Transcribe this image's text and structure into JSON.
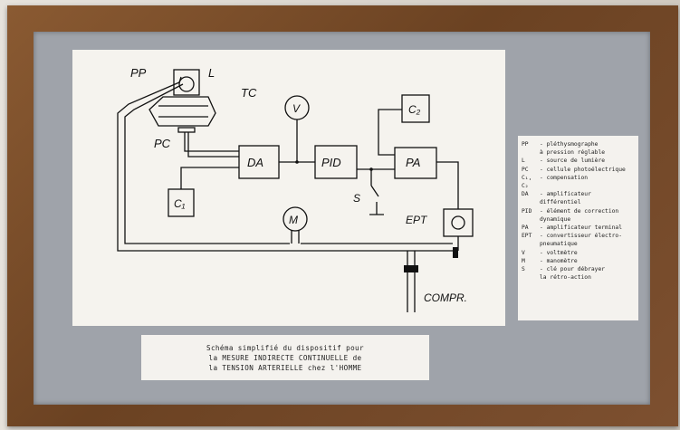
{
  "diagram": {
    "labels": {
      "pp": "PP",
      "l": "L",
      "tc": "TC",
      "pc": "PC",
      "v": "V",
      "c2": "C₂",
      "da": "DA",
      "pid": "PID",
      "pa": "PA",
      "c1": "C₁",
      "s": "S",
      "ept": "EPT",
      "m": "M",
      "compr": "COMPR."
    }
  },
  "legend": [
    {
      "key": "PP",
      "text": "- pléthysmographe",
      "cont": "à pression réglable"
    },
    {
      "key": "L",
      "text": "- source de lumière"
    },
    {
      "key": "PC",
      "text": "- cellule photoélectrique"
    },
    {
      "key": "C₁, C₂",
      "text": "- compensation"
    },
    {
      "key": "DA",
      "text": "- amplificateur différentiel"
    },
    {
      "key": "PID",
      "text": "- élément de correction",
      "cont": "dynamique"
    },
    {
      "key": "PA",
      "text": "- amplificateur terminal"
    },
    {
      "key": "EPT",
      "text": "- convertisseur électro-",
      "cont": "pneumatique"
    },
    {
      "key": "V",
      "text": "- voltmètre"
    },
    {
      "key": "M",
      "text": "- manomètre"
    },
    {
      "key": "S",
      "text": "- clé pour débrayer",
      "cont": "la rétro-action"
    }
  ],
  "caption": {
    "line1": "Schéma simplifié du dispositif pour",
    "line2": "la MESURE INDIRECTE CONTINUELLE de",
    "line3": "la TENSION ARTERIELLE chez l'HOMME"
  }
}
